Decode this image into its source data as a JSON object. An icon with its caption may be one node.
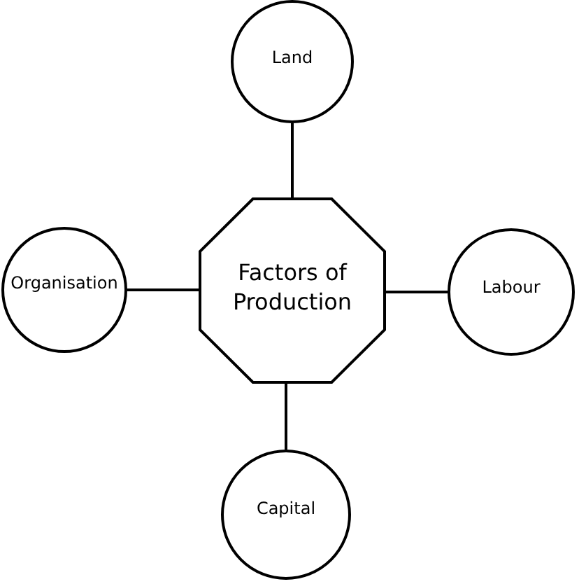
{
  "diagram": {
    "nodes": [
      {
        "text": [
          "Land"
        ]
      },
      {
        "text": [
          "Organisation"
        ]
      },
      {
        "text": [
          "Factors of Production"
        ]
      },
      {
        "text": [
          "Labour"
        ]
      },
      {
        "text": [
          "Capital"
        ]
      }
    ],
    "edges": [
      {
        "from": 2,
        "to": 0,
        "arrow": "none"
      },
      {
        "from": 2,
        "to": 1,
        "arrow": "none"
      },
      {
        "from": 2,
        "to": 3,
        "arrow": "none"
      },
      {
        "from": 2,
        "to": 4,
        "arrow": "none"
      }
    ]
  }
}
